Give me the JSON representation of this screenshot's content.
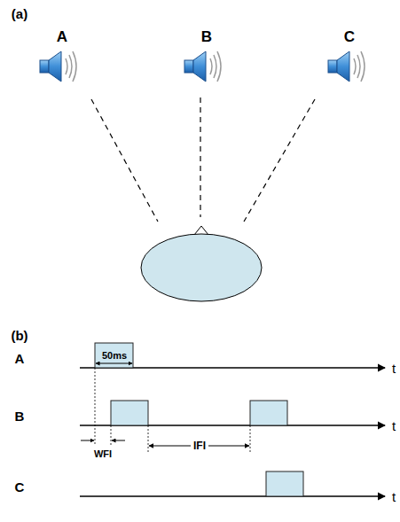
{
  "diagram": {
    "labels": [
      "(a)",
      "A",
      "B",
      "C",
      "(b)",
      "A",
      "50ms",
      "t",
      "B",
      "WFI",
      "IFI",
      "t",
      "C",
      "t"
    ]
  }
}
